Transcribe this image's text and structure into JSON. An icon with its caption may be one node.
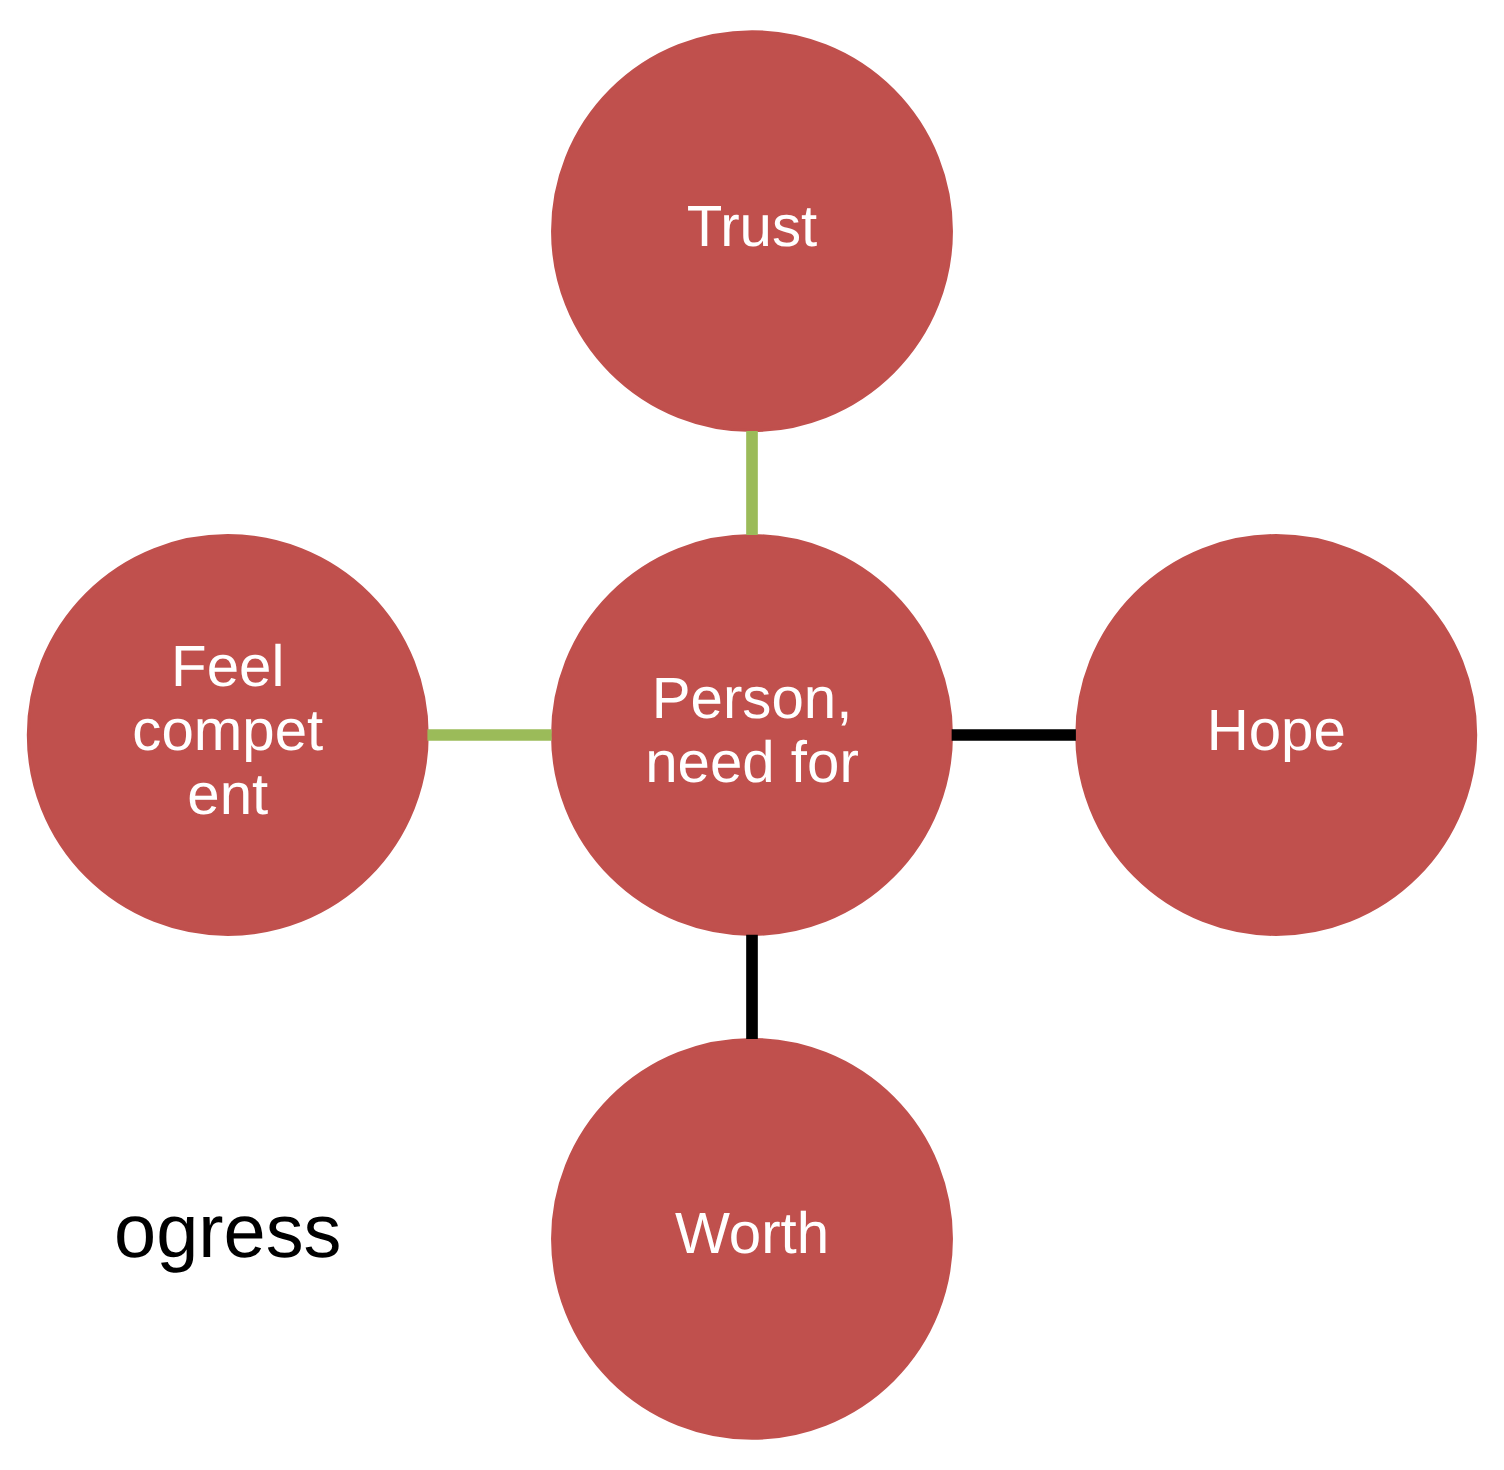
{
  "diagram": {
    "nodes": [
      {
        "text": [
          "Person, need for"
        ]
      },
      {
        "text": [
          "Trust"
        ]
      },
      {
        "text": [
          "Hope"
        ]
      },
      {
        "text": [
          "Worth"
        ]
      },
      {
        "text": [
          "Feel compet ent"
        ]
      }
    ],
    "edges": [
      {
        "from": 1,
        "to": 0,
        "arrow": "none",
        "color": "#9bbb59"
      },
      {
        "from": 0,
        "to": 2,
        "arrow": "none",
        "color": "#000000"
      },
      {
        "from": 0,
        "to": 3,
        "arrow": "none",
        "color": "#000000"
      },
      {
        "from": 4,
        "to": 0,
        "arrow": "none",
        "color": "#9bbb59"
      }
    ],
    "labels": [
      "ogress"
    ]
  }
}
